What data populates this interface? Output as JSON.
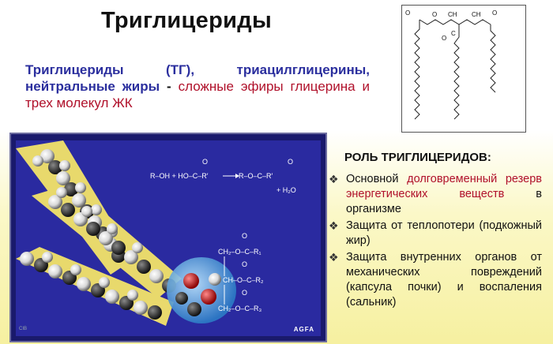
{
  "title": "Триглицериды",
  "intro": {
    "highlight": "Триглицериды (ТГ), триацилглицерины, нейтральные жиры",
    "dash": " - ",
    "rest": "сложные эфиры глицерина и трех молекул ЖК"
  },
  "structure": {
    "atoms_top": [
      "O",
      "O",
      "CH",
      "CH",
      "O"
    ],
    "carbonyl_o": "O",
    "c_label": "C"
  },
  "reaction": {
    "left": "R–OH + HO–C–R′",
    "right": "R–O–C–R′",
    "water": "+ H₂O",
    "o_label": "O"
  },
  "glyceride": {
    "rows": [
      "CH₂–O–C–R₁",
      "CH–O–C–R₂",
      "CH₂–O–C–R₃"
    ],
    "o_label": "O"
  },
  "panel": {
    "brand": "AGFA",
    "stamp": "CIB"
  },
  "role": {
    "title": "РОЛЬ ТРИГЛИЦЕРИДОВ:",
    "items": [
      {
        "pre": "Основной ",
        "red": "долговременный резерв энергетических веществ",
        "post": " в организме"
      },
      {
        "pre": "Защита от теплопотери (подкожный жир)",
        "red": "",
        "post": ""
      },
      {
        "pre": "Защита внутренних органов от механических повреждений (капсула почки) и воспаления (сальник)",
        "red": "",
        "post": ""
      }
    ],
    "bullet": "❖"
  }
}
